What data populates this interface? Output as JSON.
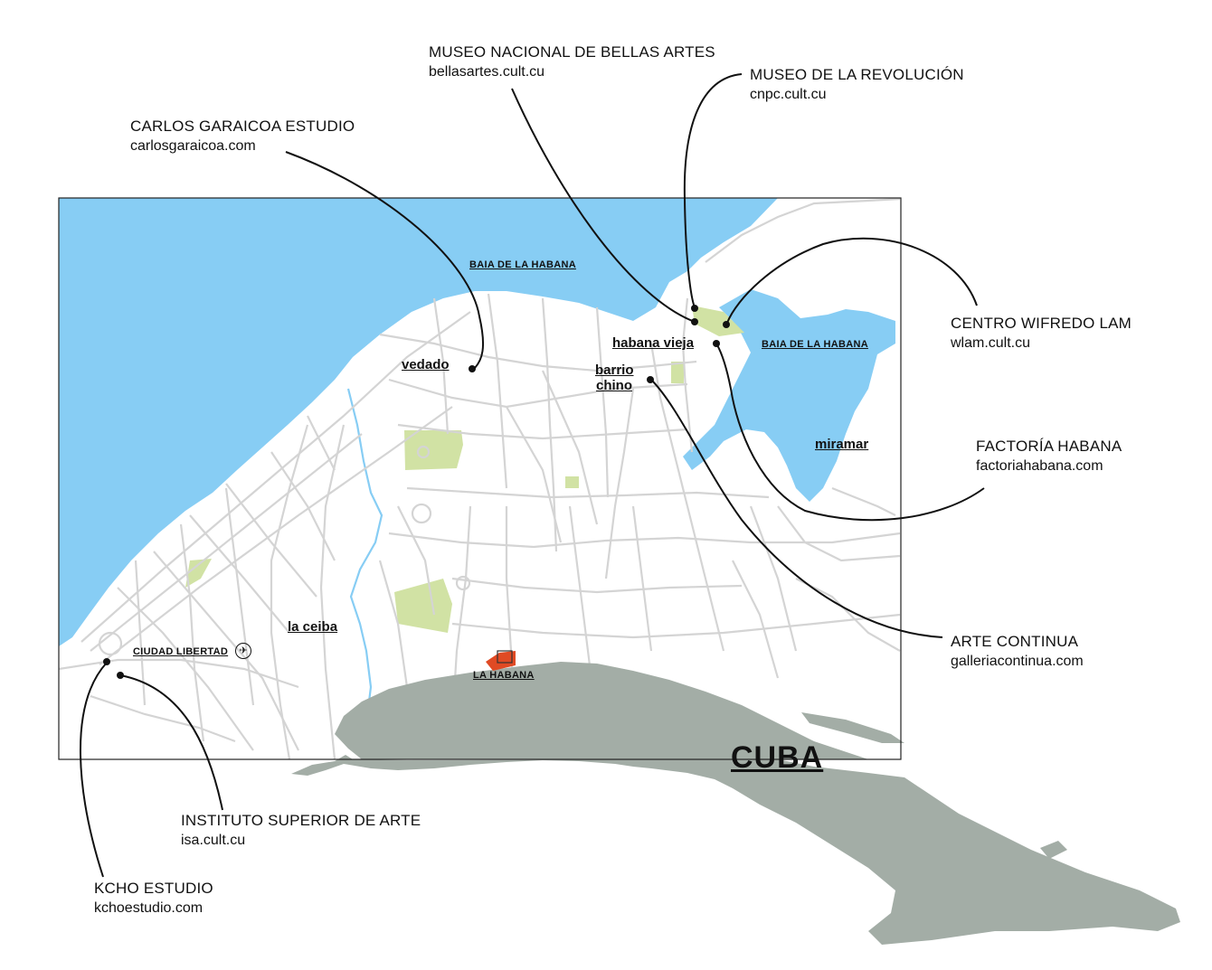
{
  "map": {
    "colors": {
      "water": "#87cdf4",
      "land": "#ffffff",
      "streets": "#d4d4d4",
      "parks": "#d1e2a4",
      "cuba_island": "#a3ada6",
      "highlight": "#e04a24",
      "callout_lines": "#111111"
    },
    "places": {
      "bay_north": "BAIA DE LA HABANA",
      "bay_east": "BAIA DE LA HABANA",
      "habana_vieja": "habana vieja",
      "barrio": "barrio",
      "chino": "chino",
      "vedado": "vedado",
      "miramar": "miramar",
      "la_ceiba": "la ceiba",
      "ciudad_libertad": "CIUDAD LIBERTAD",
      "la_habana": "LA HABANA",
      "cuba": "CUBA"
    },
    "airport_icon": "airplane-icon"
  },
  "venues": [
    {
      "name": "MUSEO NACIONAL DE BELLAS ARTES",
      "url": "bellasartes.cult.cu"
    },
    {
      "name": "MUSEO DE LA REVOLUCIÓN",
      "url": "cnpc.cult.cu"
    },
    {
      "name": "CARLOS GARAICOA ESTUDIO",
      "url": "carlosgaraicoa.com"
    },
    {
      "name": "CENTRO WIFREDO LAM",
      "url": "wlam.cult.cu"
    },
    {
      "name": "FACTORÍA HABANA",
      "url": "factoriahabana.com"
    },
    {
      "name": "ARTE CONTINUA",
      "url": "galleriacontinua.com"
    },
    {
      "name": "INSTITUTO SUPERIOR DE ARTE",
      "url": "isa.cult.cu"
    },
    {
      "name": "KCHO ESTUDIO",
      "url": "kchoestudio.com"
    }
  ]
}
